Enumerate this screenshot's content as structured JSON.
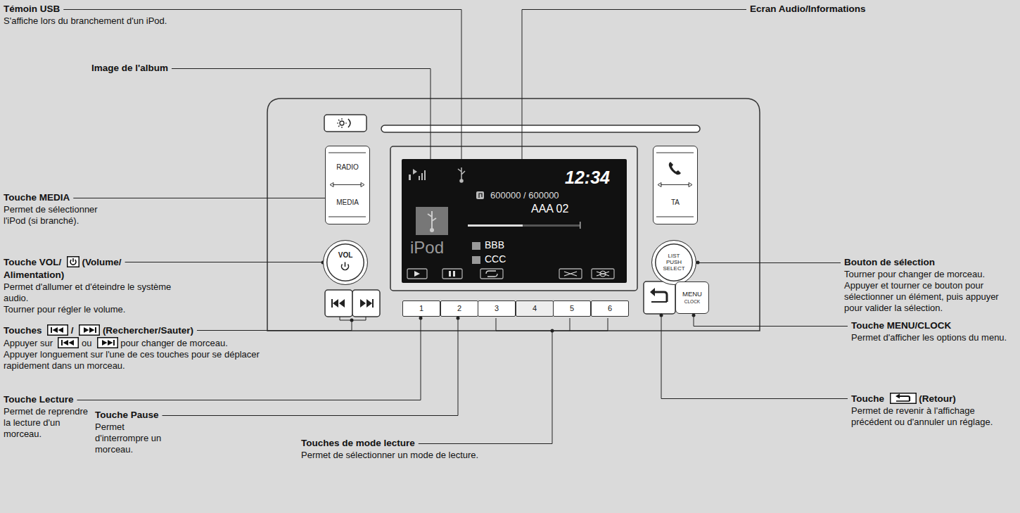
{
  "diagram": {
    "nodes": [
      {
        "text": [
          "RADIO",
          "MEDIA"
        ]
      },
      {
        "text": [
          "VOL"
        ]
      },
      {
        "text": [
          "12:34",
          "600000 / 600000",
          "AAA 02",
          "iPod",
          "BBB",
          "CCC"
        ]
      },
      {
        "text": [
          "1"
        ]
      },
      {
        "text": [
          "2"
        ]
      },
      {
        "text": [
          "3"
        ]
      },
      {
        "text": [
          "4"
        ]
      },
      {
        "text": [
          "5"
        ]
      },
      {
        "text": [
          "6"
        ]
      },
      {
        "text": [
          "TA"
        ]
      },
      {
        "text": [
          "LIST PUSH SELECT"
        ]
      },
      {
        "text": [
          "MENU",
          "CLOCK"
        ]
      }
    ],
    "labels": [
      "Témoin USB",
      "S'affiche lors du branchement d'un iPod.",
      "Ecran Audio/Informations",
      "Image de l'album",
      "Touche MEDIA",
      "Permet de sélectionner l'iPod (si branché).",
      "Touche VOL/",
      "(Volume/ Alimentation)",
      "Permet d'allumer et d'éteindre le système audio.",
      "Tourner pour régler le volume.",
      "Touches",
      "/",
      "(Rechercher/Sauter)",
      "Appuyer sur",
      "ou",
      "pour changer de morceau.",
      "Appuyer longuement sur l'une de ces touches pour se déplacer rapidement dans un morceau.",
      "Touche Lecture",
      "Permet de reprendre la lecture d'un morceau.",
      "Touche Pause",
      "Permet d'interrompre un morceau.",
      "Touches de mode lecture",
      "Permet de sélectionner un mode de lecture.",
      "Bouton de sélection",
      "Tourner pour changer de morceau.",
      "Appuyer et tourner ce bouton pour sélectionner un élément, puis appuyer pour valider la sélection.",
      "Touche MENU/CLOCK",
      "Permet d'afficher les options du menu.",
      "Touche",
      "(Retour)",
      "Permet de revenir à l'affichage précédent ou d'annuler un réglage."
    ]
  }
}
